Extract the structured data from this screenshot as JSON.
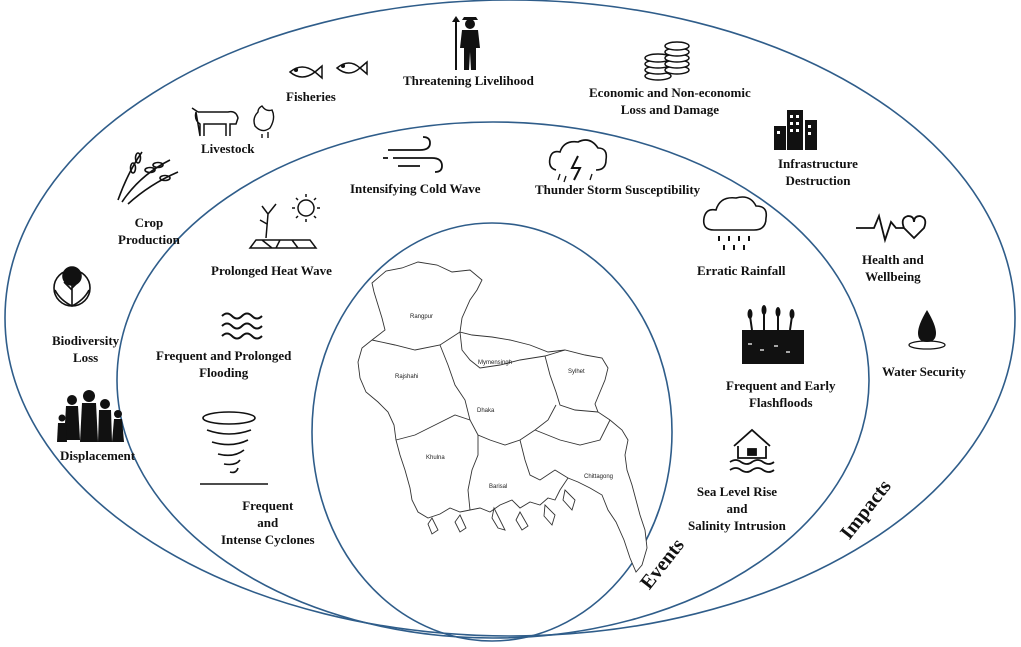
{
  "rings": {
    "events_title": "Events",
    "impacts_title": "Impacts"
  },
  "impacts": {
    "fisheries": "Fisheries",
    "livelihood": "Threatening Livelihood",
    "economic_line1": "Economic and Non-economic",
    "economic_line2": "Loss and Damage",
    "livestock": "Livestock",
    "infrastructure_line1": "Infrastructure",
    "infrastructure_line2": "Destruction",
    "crop_line1": "Crop",
    "crop_line2": "Production",
    "health_line1": "Health and",
    "health_line2": "Wellbeing",
    "biodiversity_line1": "Biodiversity",
    "biodiversity_line2": "Loss",
    "water": "Water Security",
    "displacement": "Displacement"
  },
  "events": {
    "cold_wave": "Intensifying Cold Wave",
    "thunder": "Thunder Storm Susceptibility",
    "heat_wave": "Prolonged Heat Wave",
    "rainfall": "Erratic Rainfall",
    "flooding_line1": "Frequent and Prolonged",
    "flooding_line2": "Flooding",
    "flashfloods_line1": "Frequent and Early",
    "flashfloods_line2": "Flashfloods",
    "sea_line1": "Sea Level Rise",
    "sea_line2": "and",
    "sea_line3": "Salinity Intrusion",
    "cyclones_line1": "Frequent",
    "cyclones_line2": "and",
    "cyclones_line3": "Intense Cyclones"
  },
  "map": {
    "divisions": [
      "Rangpur",
      "Rajshahi",
      "Mymensingh",
      "Sylhet",
      "Dhaka",
      "Khulna",
      "Barisal",
      "Chittagong"
    ]
  },
  "icons": [
    "fish-icon",
    "farmer-icon",
    "coins-icon",
    "cow-icon",
    "rooster-icon",
    "buildings-icon",
    "wheat-icon",
    "heartbeat-icon",
    "tree-globe-icon",
    "water-drop-icon",
    "family-icon",
    "wind-icon",
    "storm-cloud-icon",
    "dry-tree-sun-icon",
    "rain-cloud-icon",
    "waves-icon",
    "flashflood-icon",
    "flooded-house-icon",
    "tornado-icon"
  ]
}
